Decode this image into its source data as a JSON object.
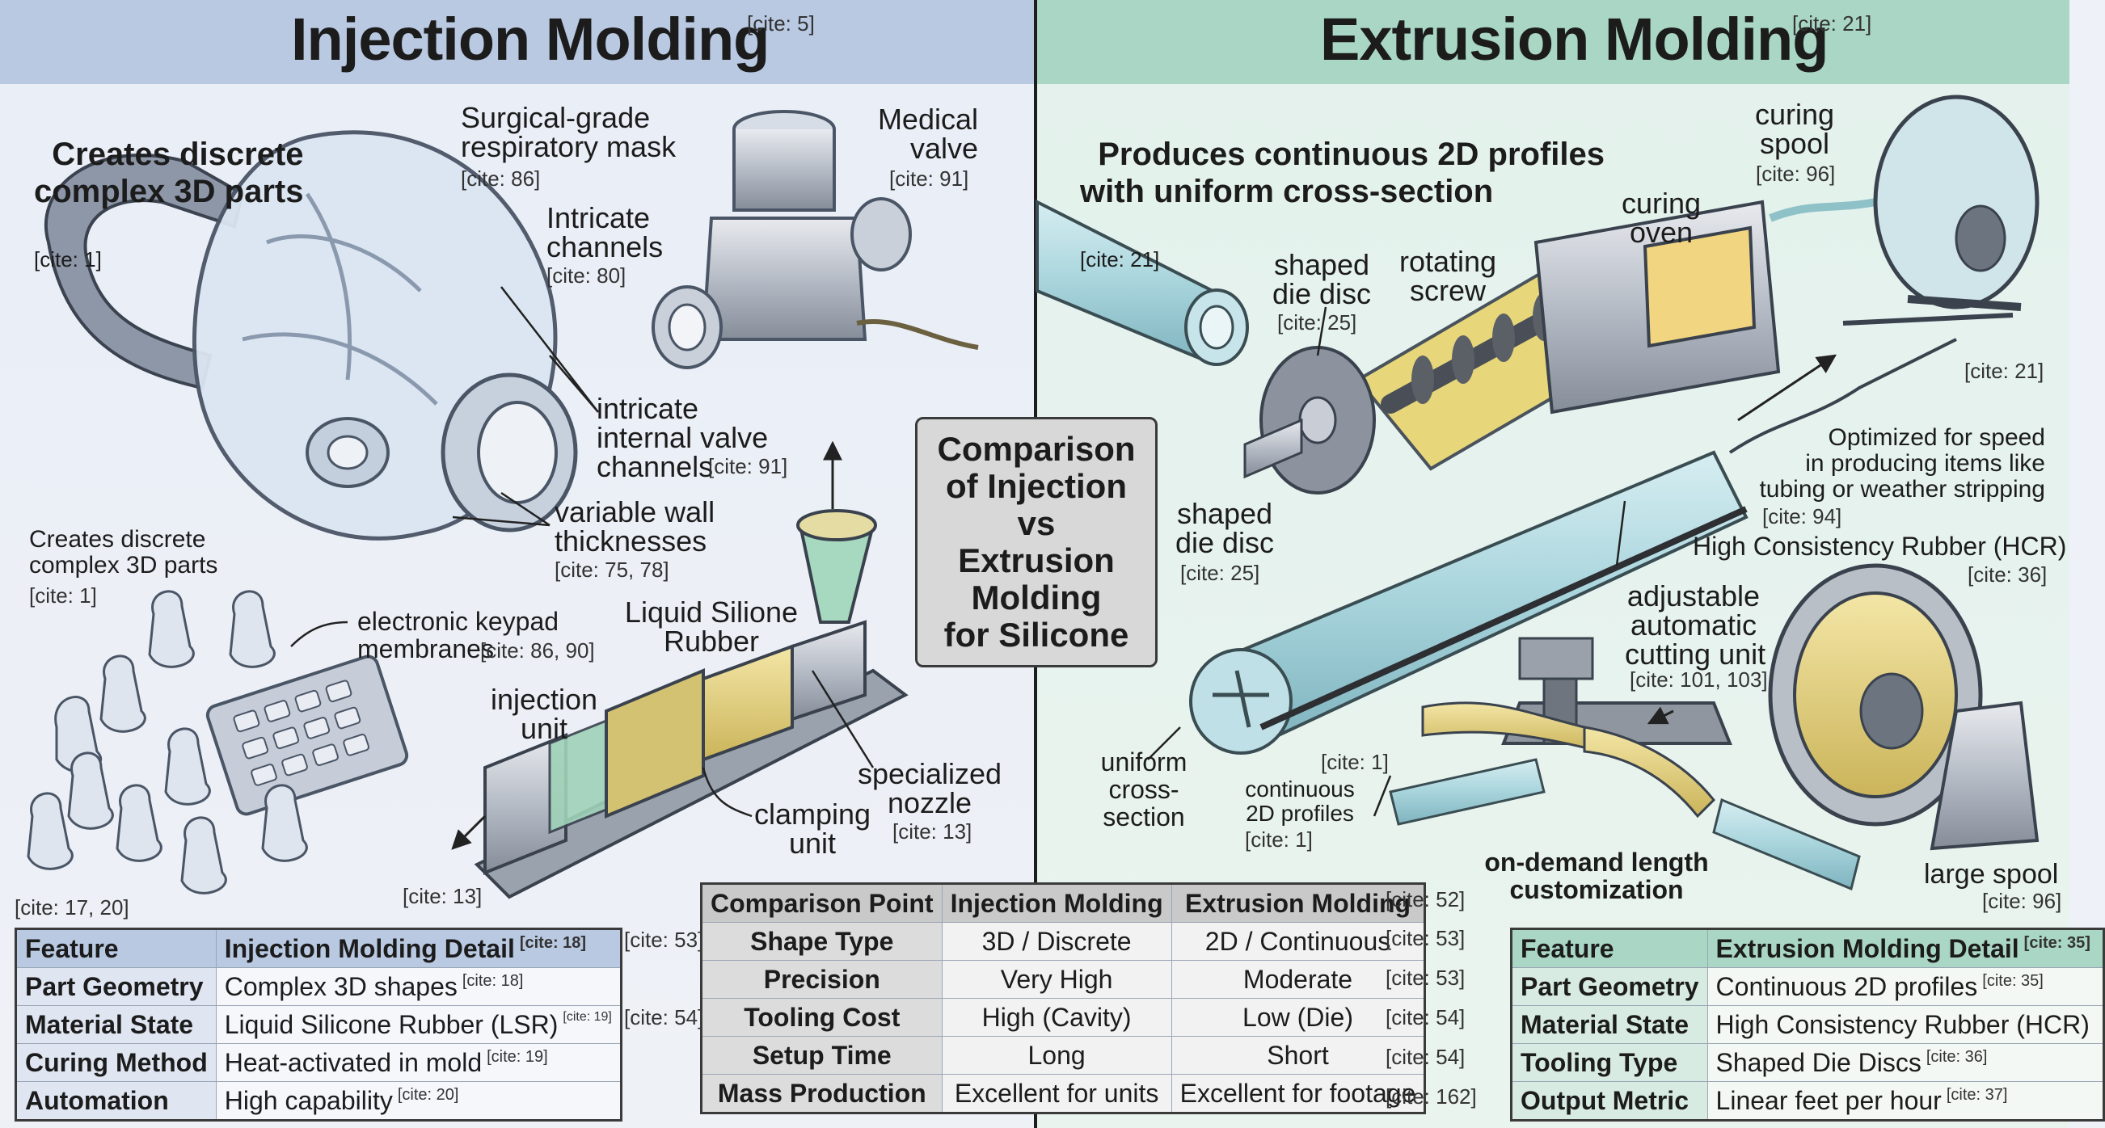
{
  "left": {
    "title": "Injection Molding",
    "title_cite": "[cite: 5]",
    "heading": "Creates discrete\ncomplex 3D parts",
    "heading_cite": "[cite: 1]",
    "mask_label": "Surgical-grade\nrespiratory mask",
    "mask_cite": "[cite: 86]",
    "valve_label": "Medical\nvalve",
    "valve_cite": "[cite: 91]",
    "channels_label": "Intricate\nchannels",
    "channels_cite": "[cite: 80]",
    "internal_label": "intricate\ninternal valve\nchannels",
    "internal_cite": "[cite: 91]",
    "wall_label": "variable wall\nthicknesses",
    "wall_cite": "[cite: 75, 78]",
    "parts_label": "Creates discrete\ncomplex 3D parts",
    "parts_cite": "[cite: 1]",
    "keypad_label": "electronic keypad\nmembranes",
    "keypad_cite": "[cite: 86, 90]",
    "lsr_label": "Liquid Silione\nRubber",
    "injection_label": "injection\nunit",
    "nozzle_label": "specialized\nnozzle",
    "nozzle_cite": "[cite: 13]",
    "clamping_label": "clamping\nunit",
    "bottom_cite_a": "[cite: 17, 20]",
    "bottom_cite_b": "[cite: 13]"
  },
  "right": {
    "title": "Extrusion Molding",
    "title_cite": "[cite: 21]",
    "heading": "Produces continuous 2D profiles\nwith uniform cross-section",
    "heading_cite": "[cite: 21]",
    "curing_spool_label": "curing\nspool",
    "curing_spool_cite": "[cite: 96]",
    "curing_oven_label": "curing\noven",
    "die_disc_top_label": "shaped\ndie disc",
    "die_disc_top_cite": "[cite: 25]",
    "screw_label": "rotating\nscrew",
    "die_disc_label": "shaped\ndie disc",
    "die_disc_cite": "[cite: 25]",
    "arrow_cite": "[cite: 21]",
    "speed_label": "Optimized for speed\nin producing items like\ntubing or weather stripping",
    "speed_cite": "[cite: 94]",
    "hcr_label": "High Consistency Rubber (HCR)",
    "hcr_cite": "[cite: 36]",
    "cutting_label": "adjustable\nautomatic\ncutting unit",
    "cutting_cite": "[cite: 101, 103]",
    "uniform_label": "uniform\ncross-\nsection",
    "profile_cite": "[cite: 1]",
    "continuous_label": "continuous\n2D profiles",
    "continuous_cite": "[cite: 1]",
    "ondemand_label": "on-demand length\ncustomization",
    "large_spool_label": "large spool",
    "large_spool_cite": "[cite: 96]"
  },
  "center": {
    "box_label": "Comparison\nof Injection\nvs\nExtrusion\nMolding\nfor Silicone",
    "side_cite_a": "[cite: 53]",
    "side_cite_b": "[cite: 54]"
  },
  "left_table": {
    "headers": [
      "Feature",
      "Injection Molding Detail"
    ],
    "header_cite": "[cite: 18]",
    "rows": [
      {
        "feature": "Part Geometry",
        "detail": "Complex 3D shapes",
        "cite": "[cite: 18]"
      },
      {
        "feature": "Material State",
        "detail": "Liquid Silicone Rubber (LSR)",
        "cite": "[cite: 19]"
      },
      {
        "feature": "Curing Method",
        "detail": "Heat-activated in mold",
        "cite": "[cite: 19]"
      },
      {
        "feature": "Automation",
        "detail": "High capability",
        "cite": "[cite: 20]"
      }
    ]
  },
  "mid_table": {
    "headers": [
      "Comparison Point",
      "Injection Molding",
      "Extrusion Molding"
    ],
    "header_cite": "[cite: 52]",
    "rows": [
      {
        "point": "Shape Type",
        "inj": "3D / Discrete",
        "ext": "2D / Continuous",
        "cite": "[cite: 53]"
      },
      {
        "point": "Precision",
        "inj": "Very High",
        "ext": "Moderate",
        "cite": "[cite: 53]"
      },
      {
        "point": "Tooling Cost",
        "inj": "High (Cavity)",
        "ext": "Low (Die)",
        "cite": "[cite: 54]"
      },
      {
        "point": "Setup Time",
        "inj": "Long",
        "ext": "Short",
        "cite": "[cite: 54]"
      },
      {
        "point": "Mass Production",
        "inj": "Excellent for units",
        "ext": "Excellent for footage",
        "cite": "[cite: 162]"
      }
    ]
  },
  "right_table": {
    "headers": [
      "Feature",
      "Extrusion Molding Detail"
    ],
    "header_cite": "[cite: 35]",
    "rows": [
      {
        "feature": "Part Geometry",
        "detail": "Continuous 2D profiles",
        "cite": "[cite: 35]"
      },
      {
        "feature": "Material State",
        "detail": "High Consistency Rubber (HCR)",
        "cite": ""
      },
      {
        "feature": "Tooling Type",
        "detail": "Shaped Die Discs",
        "cite": "[cite: 36]"
      },
      {
        "feature": "Output Metric",
        "detail": "Linear feet per hour",
        "cite": "[cite: 37]"
      }
    ]
  },
  "colors": {
    "left_header": "#b9c9e2",
    "right_header": "#a9d6c5",
    "center_box": "#d8d8d8",
    "silicone_tube": "#a8d4dc",
    "hcr_yellow": "#e6d37a"
  }
}
